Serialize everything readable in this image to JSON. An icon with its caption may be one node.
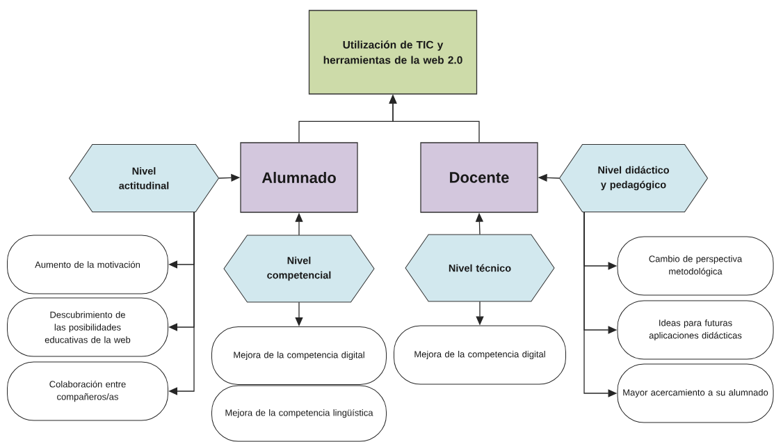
{
  "diagram": {
    "nodes": [
      {
        "text": [
          "Utilización de TIC y herramientas de la web 2.0"
        ]
      },
      {
        "text": [
          "Alumnado"
        ]
      },
      {
        "text": [
          "Docente"
        ]
      },
      {
        "text": [
          "Nivel actitudinal"
        ]
      },
      {
        "text": [
          "Nivel didáctico y pedagógico"
        ]
      },
      {
        "text": [
          "Nivel competencial"
        ]
      },
      {
        "text": [
          "Nivel técnico"
        ]
      },
      {
        "text": [
          "Aumento de la motivación"
        ]
      },
      {
        "text": [
          "Descubrimiento de las posibilidades educativas de la web"
        ]
      },
      {
        "text": [
          "Colaboración entre compañeros/as"
        ]
      },
      {
        "text": [
          "Mejora de la competencia digital"
        ]
      },
      {
        "text": [
          "Mejora de la competencia lingüística"
        ]
      },
      {
        "text": [
          "Mejora de la competencia digital"
        ]
      },
      {
        "text": [
          "Cambio de perspectiva metodológica"
        ]
      },
      {
        "text": [
          "Ideas para futuras aplicaciones didácticas"
        ]
      },
      {
        "text": [
          "Mayor acercamiento a su alumnado"
        ]
      }
    ],
    "edges": [
      {
        "from": 1,
        "to": 0,
        "arrow": "to"
      },
      {
        "from": 2,
        "to": 0,
        "arrow": "to"
      },
      {
        "from": 3,
        "to": 1,
        "arrow": "to"
      },
      {
        "from": 4,
        "to": 2,
        "arrow": "to"
      },
      {
        "from": 5,
        "to": 1,
        "arrow": "to"
      },
      {
        "from": 6,
        "to": 2,
        "arrow": "to"
      },
      {
        "from": 5,
        "to": 10,
        "arrow": "to"
      },
      {
        "from": 6,
        "to": 12,
        "arrow": "to"
      },
      {
        "from": 3,
        "to": 7,
        "arrow": "to"
      },
      {
        "from": 3,
        "to": 8,
        "arrow": "to"
      },
      {
        "from": 3,
        "to": 9,
        "arrow": "to"
      },
      {
        "from": 4,
        "to": 13,
        "arrow": "to"
      },
      {
        "from": 4,
        "to": 14,
        "arrow": "to"
      },
      {
        "from": 4,
        "to": 15,
        "arrow": "to"
      }
    ]
  }
}
